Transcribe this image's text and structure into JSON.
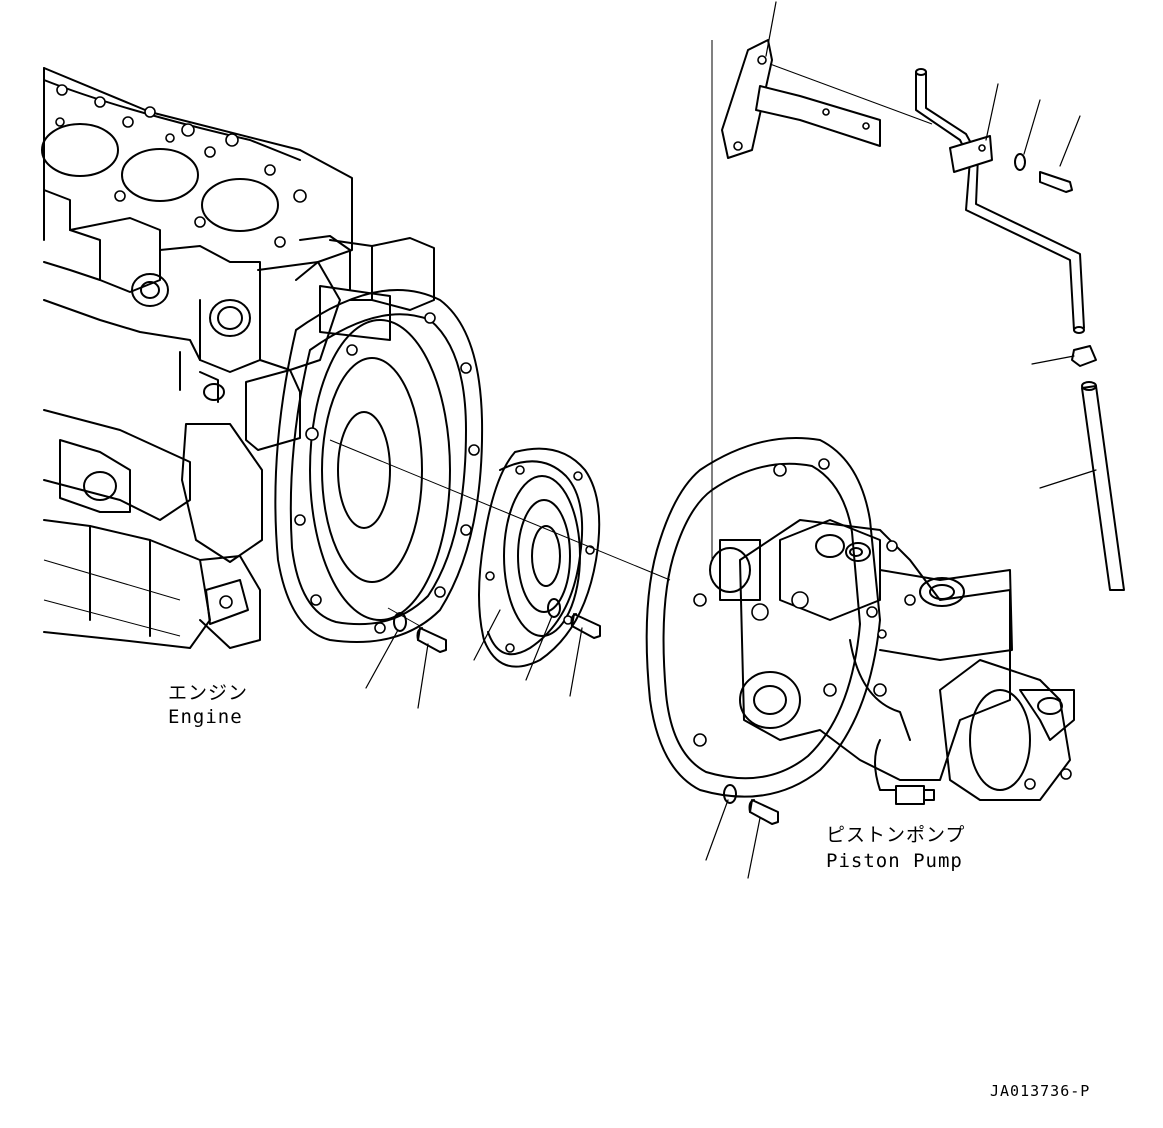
{
  "labels": {
    "engine_jp": "エンジン",
    "engine_en": "Engine",
    "pump_jp": "ピストンポンプ",
    "pump_en": "Piston Pump",
    "drawing_code": "JA013736-P"
  },
  "colors": {
    "line": "#000000",
    "background": "#ffffff"
  }
}
